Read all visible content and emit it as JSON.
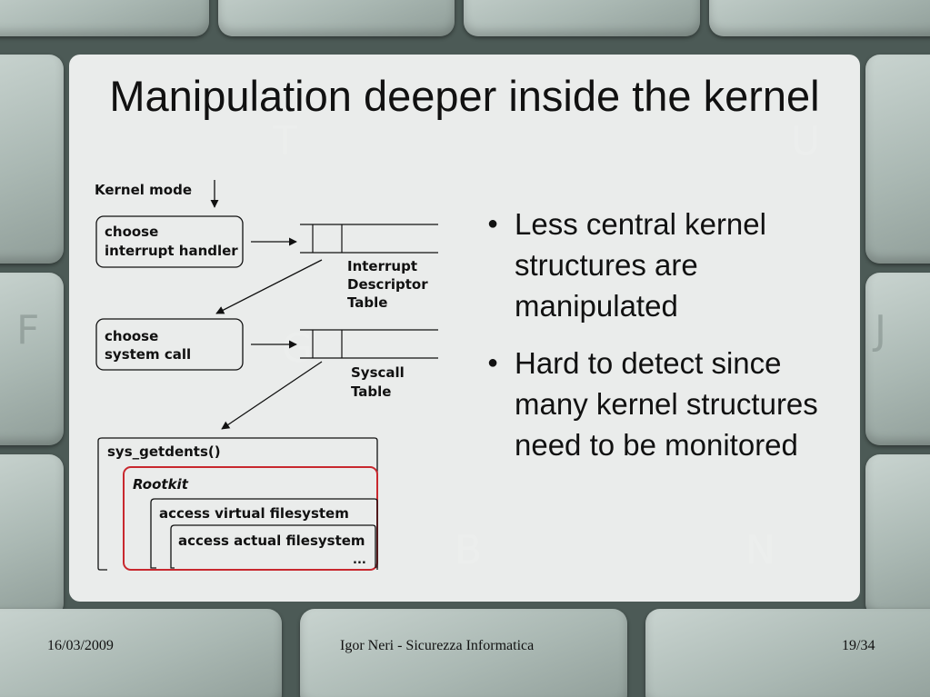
{
  "slide": {
    "title": "Manipulation deeper inside the kernel",
    "bullets": [
      "Less central kernel structures are manipulated",
      "Hard to detect since many kernel structures need to be monitored"
    ]
  },
  "diagram": {
    "kernel_mode_label": "Kernel mode",
    "box_interrupt": [
      "choose",
      "interrupt handler"
    ],
    "idt_label": [
      "Interrupt",
      "Descriptor",
      "Table"
    ],
    "box_syscall": [
      "choose",
      "system call"
    ],
    "syscall_table_label": [
      "Syscall",
      "Table"
    ],
    "sys_getdents": "sys_getdents()",
    "rootkit": "Rootkit",
    "access_virtual": "access virtual filesystem",
    "access_actual": "access actual filesystem",
    "ellipsis": "..."
  },
  "footer": {
    "date": "16/03/2009",
    "author": "Igor Neri - Sicurezza Informatica",
    "page": "19/34"
  },
  "keyboard": {
    "glyphs": [
      "T",
      "U",
      "F",
      "G",
      "J",
      "B",
      "N"
    ]
  },
  "colors": {
    "rootkit_frame": "#c8282e"
  }
}
